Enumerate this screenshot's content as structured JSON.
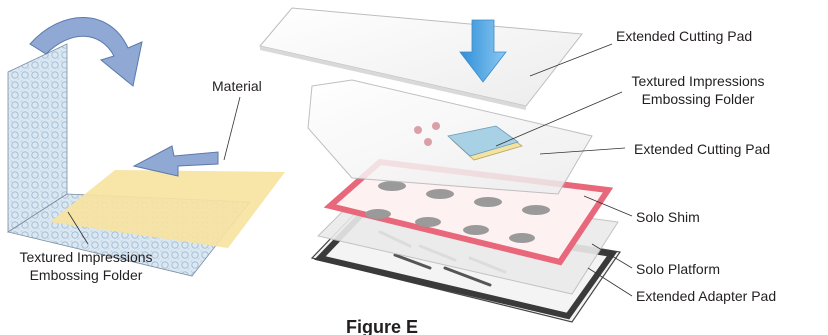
{
  "figure": {
    "caption": "Figure E"
  },
  "labels": {
    "material": "Material",
    "folder_left": [
      "Textured Impressions",
      "Embossing Folder"
    ],
    "cutting_pad_top": "Extended Cutting Pad",
    "folder_right": [
      "Textured Impressions",
      "Embossing Folder"
    ],
    "cutting_pad_middle": "Extended Cutting Pad",
    "solo_shim": "Solo Shim",
    "solo_platform": "Solo Platform",
    "adapter_pad": "Extended Adapter Pad"
  },
  "colors": {
    "arrow_blue": "#8fa9d4",
    "arrow_outline": "#5b79aa",
    "press_arrow": "#5aa9e6",
    "folder_pattern": "#b8cfe2",
    "material_yellow": "#f7e3a1",
    "shim_red": "#e8677a",
    "adapter_dark": "#3a3a3a"
  },
  "icons": [
    "curved-arrow-icon",
    "left-arrow-icon",
    "down-arrow-icon"
  ]
}
